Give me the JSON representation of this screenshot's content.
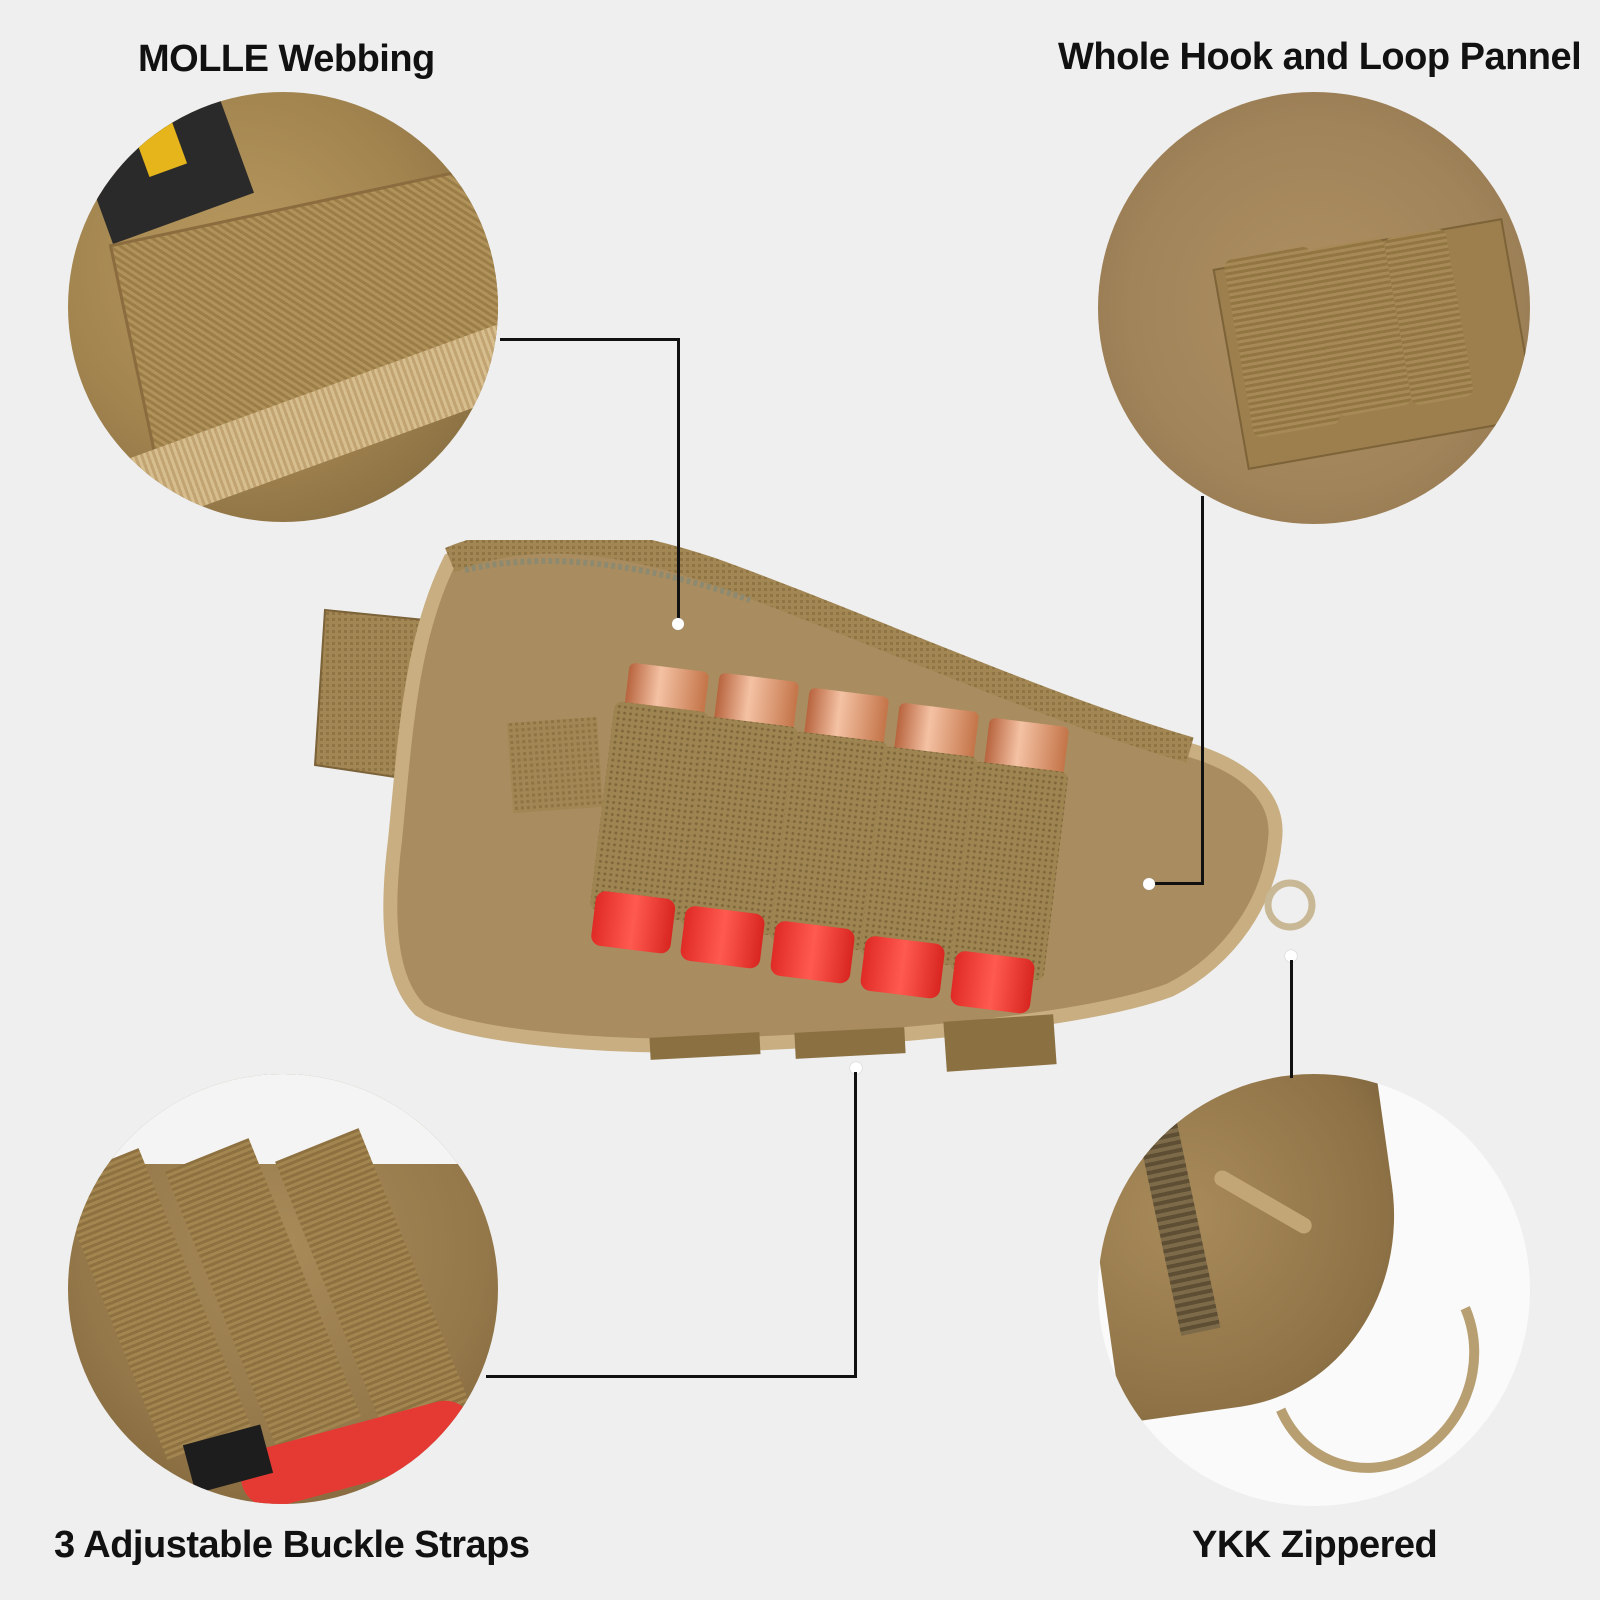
{
  "labels": {
    "molle": "MOLLE Webbing",
    "hook_loop": "Whole Hook and Loop Pannel",
    "buckle": "3 Adjustable Buckle Straps",
    "zipper": "YKK Zippered"
  },
  "product": {
    "shell_count": 5,
    "colors": {
      "background": "#efefef",
      "fabric_tan": "#a58a5b",
      "fabric_dark": "#8a7046",
      "shell_copper": "#d48a62",
      "shell_red": "#f23a35",
      "line": "#111111"
    }
  }
}
